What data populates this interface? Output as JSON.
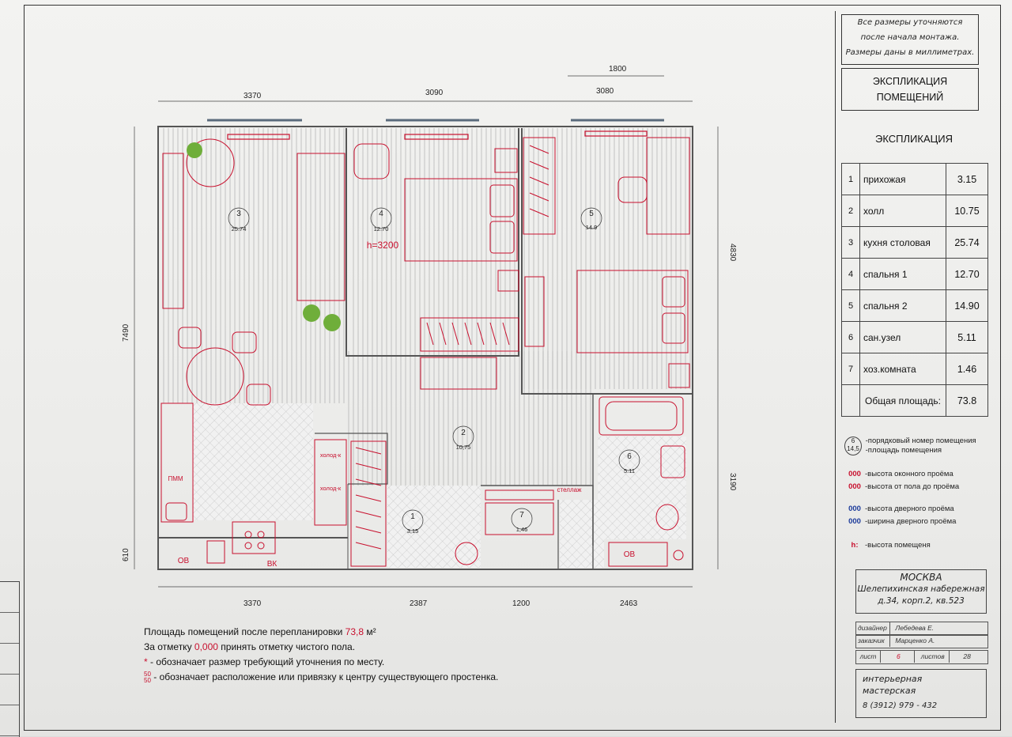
{
  "note": [
    "Все размеры уточняются",
    "после начала монтажа.",
    "Размеры даны в миллиметрах."
  ],
  "expl_title": [
    "ЭКСПЛИКАЦИЯ",
    "ПОМЕЩЕНИЙ"
  ],
  "expl_head": "ЭКСПЛИКАЦИЯ",
  "rooms": [
    {
      "n": "1",
      "name": "прихожая",
      "area": "3.15"
    },
    {
      "n": "2",
      "name": "холл",
      "area": "10.75"
    },
    {
      "n": "3",
      "name": "кухня столовая",
      "area": "25.74"
    },
    {
      "n": "4",
      "name": "спальня 1",
      "area": "12.70"
    },
    {
      "n": "5",
      "name": "спальня 2",
      "area": "14.90"
    },
    {
      "n": "6",
      "name": "сан.узел",
      "area": "5.11"
    },
    {
      "n": "7",
      "name": "хоз.комната",
      "area": "1.46"
    }
  ],
  "total_label": "Общая площадь:",
  "total_value": "73.8",
  "legend": {
    "num_top": "6",
    "num_bottom": "14,5",
    "num_text": "-порядковый номер помещения",
    "area_text": "-площадь помещения",
    "win_key": "000",
    "win_h": "-высота оконного проёма",
    "win_sill": "-высота от пола до проёма",
    "door_key": "000",
    "door_h": "-высота дверного проёма",
    "door_w": "-ширина дверного проёма",
    "h_key": "h:",
    "h_text": "-высота помещеня"
  },
  "address": {
    "city": "МОСКВА",
    "line1": "Шелепихинская набережная",
    "line2": "д.34, корп.2, кв.523"
  },
  "designer_label": "дизайнер",
  "designer": "Лебедева Е.",
  "client_label": "заказчик",
  "client": "Марценко А.",
  "sheet_label": "лист",
  "sheet_no": "6",
  "sheets_label": "листов",
  "sheets_total": "28",
  "studio": [
    "интерьерная",
    "мастерская",
    "8 (3912) 979 - 432"
  ],
  "notes": {
    "l1a": "Площадь помещений после перепланировки ",
    "l1b": "73,8",
    "l1c": " м²",
    "l2a": "За отметку ",
    "l2b": "0,000",
    "l2c": " принять отметку чистого пола.",
    "l3a": "*",
    "l3b": " - обозначает размер требующий уточнения по месту.",
    "l4a": "50",
    "l4b": "50",
    "l4c": " - обозначает расположение или привязку к центру существующего простенка."
  },
  "dims": {
    "top1": "3370",
    "top2": "3090",
    "top3": "3080",
    "top_extra": "1800",
    "bot1": "3370",
    "bot2": "2387",
    "bot3": "1200",
    "bot4": "2463",
    "left1": "7490",
    "left2": "610",
    "right1": "4830",
    "right2": "3190"
  },
  "plan_labels": {
    "r3": "3",
    "r3a": "25.74",
    "r4": "4",
    "r4a": "12.70",
    "h": "h=3200",
    "r5": "5",
    "r5a": "14.9",
    "r2": "2",
    "r2a": "10,75",
    "r1": "1",
    "r1a": "3,15",
    "r6": "6",
    "r6a": "5.11",
    "r7": "7",
    "r7a": "1,46",
    "pmm": "ПММ",
    "fridge1": "холод-к",
    "fridge2": "холод-к",
    "shelf": "стеллаж",
    "ov1": "ОВ",
    "vk": "ВК",
    "ov2": "ОВ"
  }
}
